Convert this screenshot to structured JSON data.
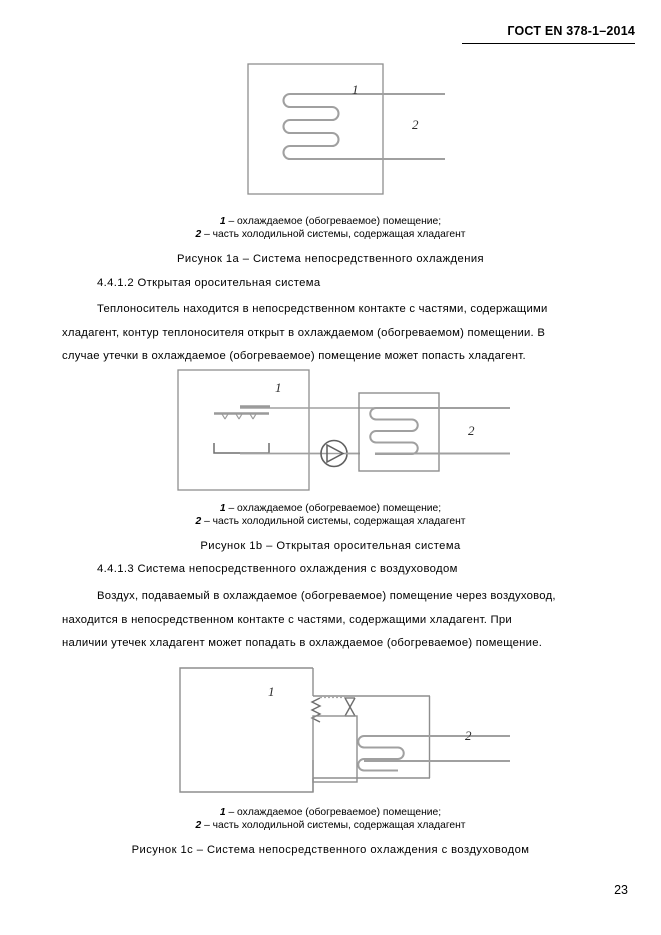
{
  "document": {
    "header": "ГОСТ EN 378-1–2014",
    "page_number": "23"
  },
  "figures": [
    {
      "id": "figure-1a",
      "legend_line1_num": "1",
      "legend_line1": "– охлаждаемое (обогреваемое) помещение;",
      "legend_line2_num": "2",
      "legend_line2": "– часть холодильной системы, содержащая хладагент",
      "caption": "Рисунок 1а – Система непосредственного охлаждения",
      "label_room": "1",
      "label_circuit": "2"
    },
    {
      "id": "figure-1b",
      "legend_line1_num": "1",
      "legend_line1": "– охлаждаемое (обогреваемое) помещение;",
      "legend_line2_num": "2",
      "legend_line2": "– часть холодильной системы, содержащая хладагент",
      "caption": "Рисунок 1b – Открытая оросительная система",
      "label_room": "1",
      "label_circuit": "2"
    },
    {
      "id": "figure-1c",
      "legend_line1_num": "1",
      "legend_line1": "– охлаждаемое (обогреваемое) помещение;",
      "legend_line2_num": "2",
      "legend_line2": "– часть холодильной системы, содержащая хладагент",
      "caption": "Рисунок 1с – Система непосредственного охлаждения с воздуховодом",
      "label_room": "1",
      "label_circuit": "2"
    }
  ],
  "sections": [
    {
      "heading": "4.4.1.2 Открытая оросительная система",
      "paragraph_line1": "Теплоноситель находится в непосредственном контакте с частями, содержащими",
      "paragraph_line2": "хладагент,  контур теплоносителя открыт в охлаждаемом (обогреваемом) помещении. В",
      "paragraph_line3": "случае утечки в охлаждаемое (обогреваемое) помещение может попасть хладагент."
    },
    {
      "heading": "4.4.1.3 Система непосредственного охлаждения с воздуховодом",
      "paragraph_line1": "Воздух, подаваемый в охлаждаемое (обогреваемое) помещение через воздуховод,",
      "paragraph_line2": "находится  в  непосредственном  контакте  с  частями,  содержащими  хладагент.  При",
      "paragraph_line3": "наличии утечек хладагент может попадать в охлаждаемое (обогреваемое) помещение."
    }
  ],
  "colors": {
    "text": "#000000",
    "diagram_line": "#9a9a9a",
    "diagram_line_dark": "#6e6e6e"
  }
}
